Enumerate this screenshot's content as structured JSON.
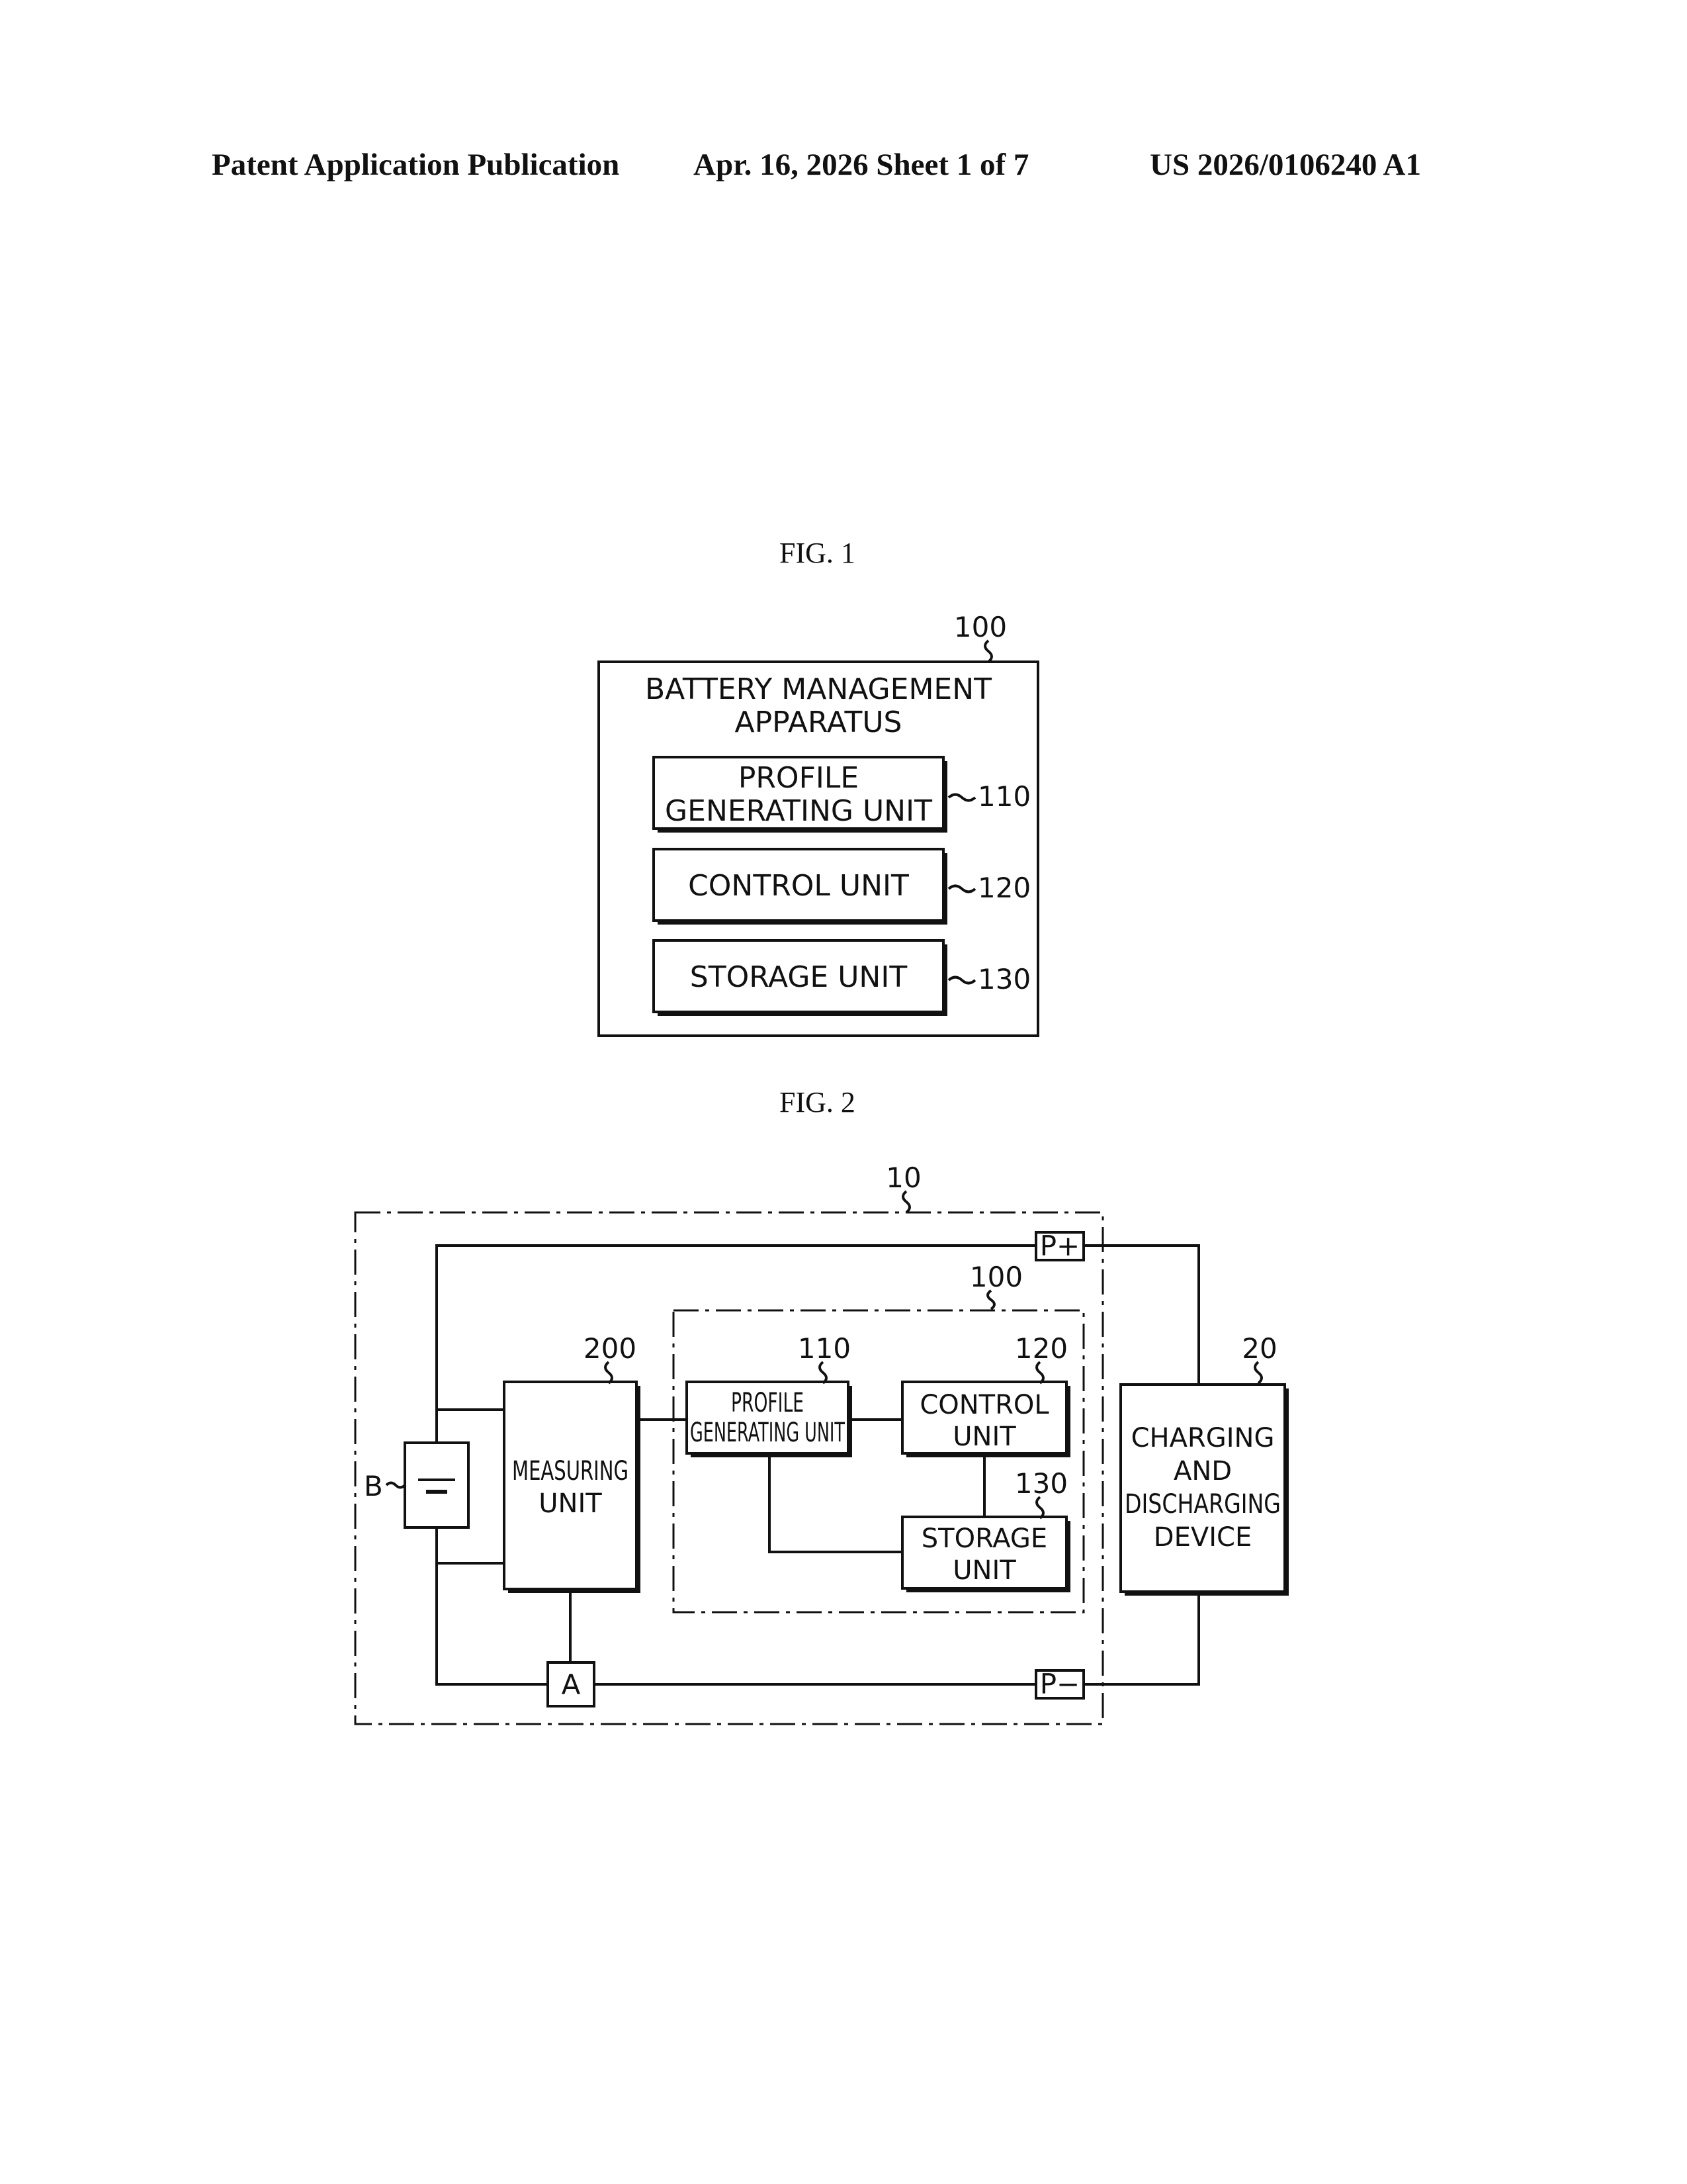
{
  "header": {
    "left": "Patent Application Publication",
    "middle": "Apr. 16, 2026  Sheet 1 of 7",
    "right": "US 2026/0106240 A1"
  },
  "fig1": {
    "title": "FIG. 1",
    "outer": {
      "ref": "100",
      "label_line1": "BATTERY MANAGEMENT",
      "label_line2": "APPARATUS"
    },
    "blocks": [
      {
        "ref": "110",
        "line1": "PROFILE",
        "line2": "GENERATING UNIT"
      },
      {
        "ref": "120",
        "line1": "CONTROL UNIT"
      },
      {
        "ref": "130",
        "line1": "STORAGE UNIT"
      }
    ]
  },
  "fig2": {
    "title": "FIG. 2",
    "pack_ref": "10",
    "apparatus_ref": "100",
    "battery": {
      "label": "B"
    },
    "measuring": {
      "ref": "200",
      "line1": "MEASURING",
      "line2": "UNIT"
    },
    "profile": {
      "ref": "110",
      "line1": "PROFILE",
      "line2": "GENERATING UNIT"
    },
    "control": {
      "ref": "120",
      "line1": "CONTROL",
      "line2": "UNIT"
    },
    "storage": {
      "ref": "130",
      "line1": "STORAGE",
      "line2": "UNIT"
    },
    "device": {
      "ref": "20",
      "line1": "CHARGING",
      "line2": "AND",
      "line3": "DISCHARGING",
      "line4": "DEVICE"
    },
    "terminals": {
      "positive": "P+",
      "negative": "P−",
      "ammeter": "A"
    }
  }
}
